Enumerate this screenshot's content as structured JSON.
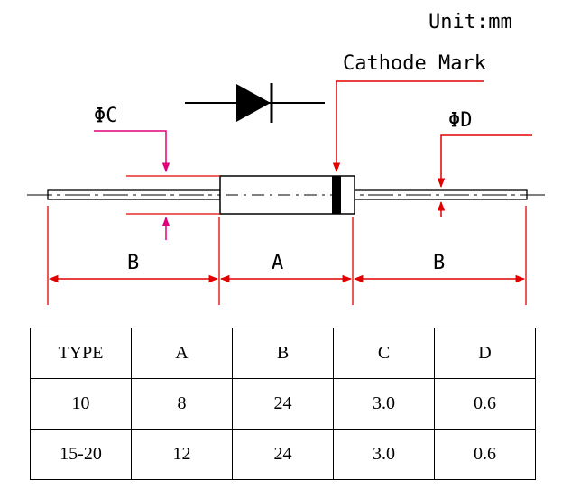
{
  "diagram": {
    "unit_label": "Unit:mm",
    "cathode_label": "Cathode Mark",
    "dim_c_label": "ΦC",
    "dim_d_label": "ΦD",
    "dim_a_label": "A",
    "dim_b_left_label": "B",
    "dim_b_right_label": "B",
    "colors": {
      "pink": "#e0007a",
      "red": "#e00000",
      "black": "#000000"
    }
  },
  "table": {
    "headers": [
      "TYPE",
      "A",
      "B",
      "C",
      "D"
    ],
    "rows": [
      [
        "10",
        "8",
        "24",
        "3.0",
        "0.6"
      ],
      [
        "15-20",
        "12",
        "24",
        "3.0",
        "0.6"
      ]
    ]
  }
}
